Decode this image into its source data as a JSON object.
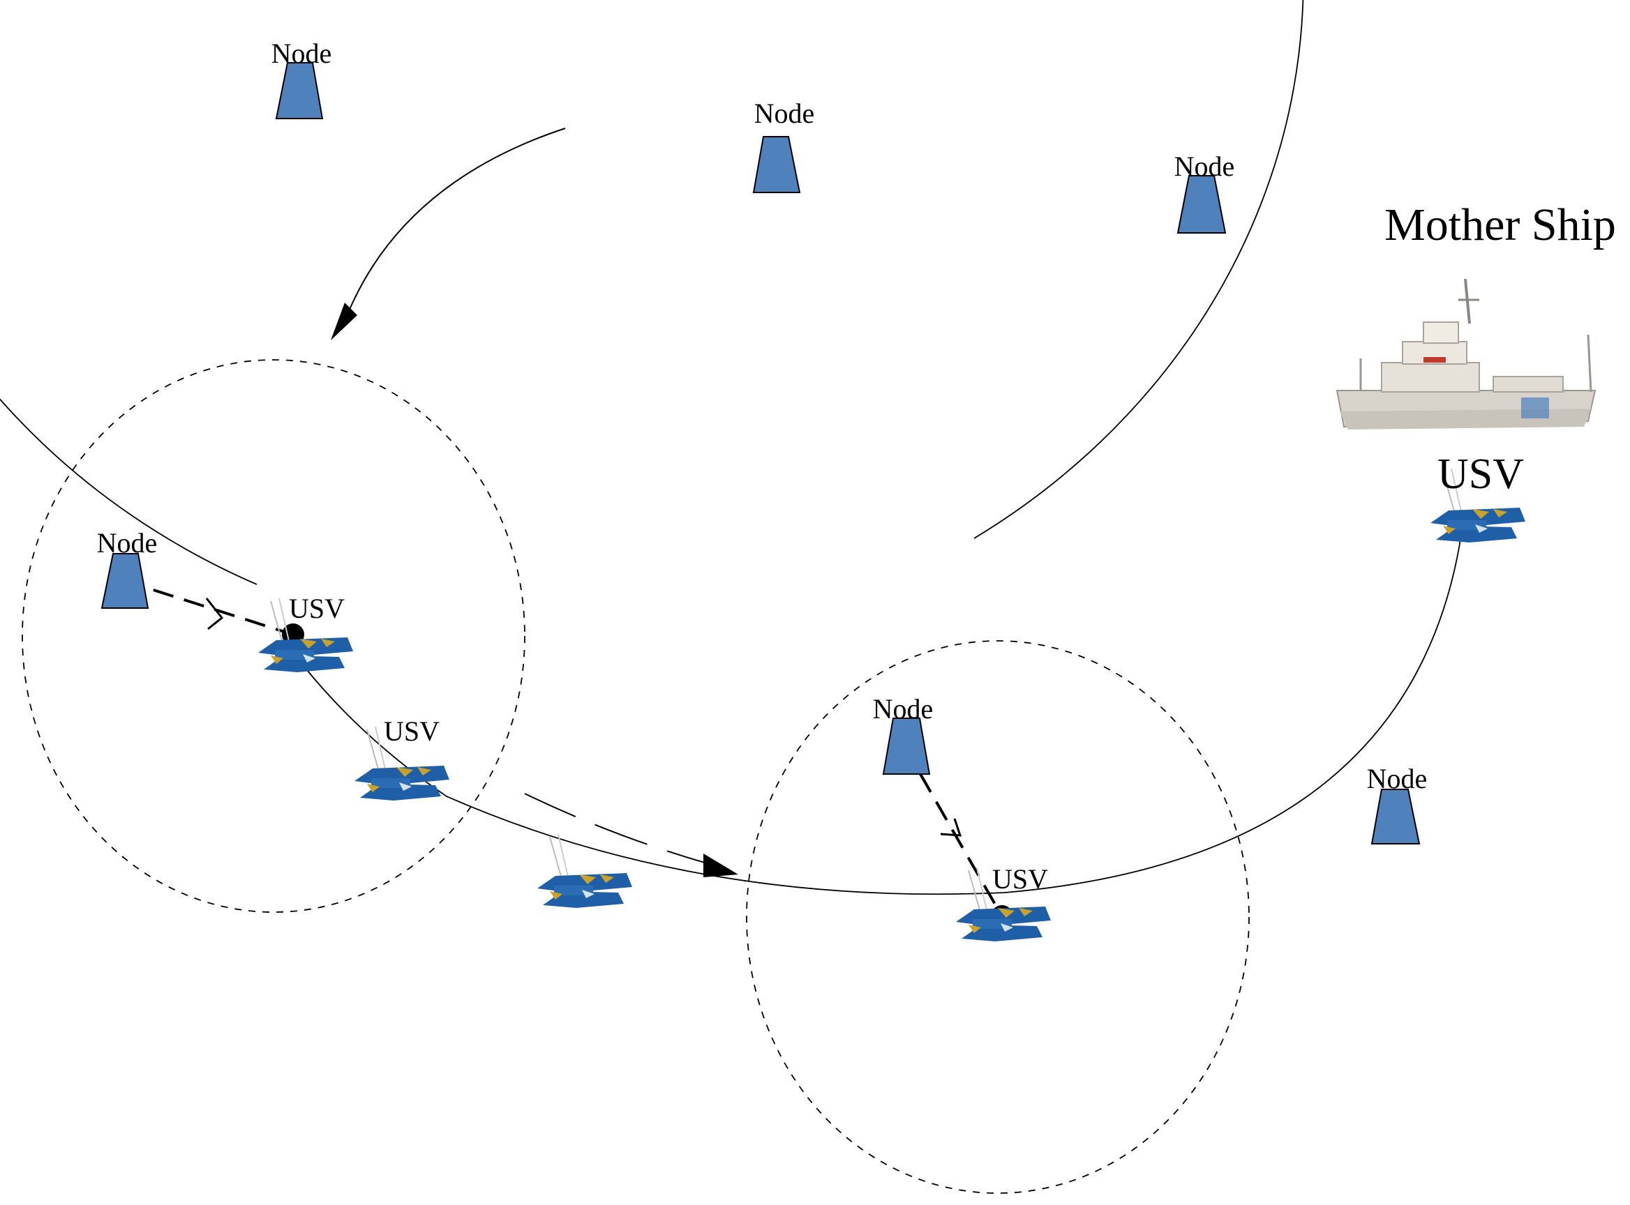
{
  "labels": {
    "node": "Node",
    "usv": "USV",
    "mother_ship": "Mother Ship"
  },
  "colors": {
    "node_fill": "#4F81BD",
    "usv_hull": "#1F5FA8",
    "usv_accent": "#C9A227",
    "line": "#000000"
  },
  "icons": {
    "node": "node-buoy-icon",
    "usv": "usv-boat-icon",
    "ship": "mother-ship-icon"
  }
}
